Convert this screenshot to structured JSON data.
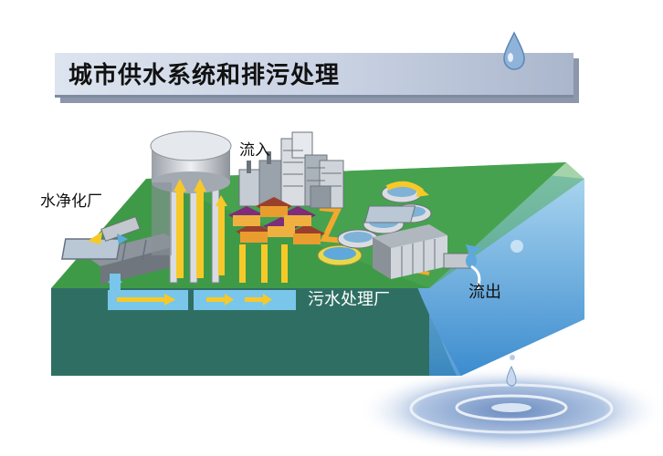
{
  "title": "城市供水系统和排污处理",
  "labels": {
    "inflow": "流入",
    "purification_plant": "水净化厂",
    "sewage_plant": "污水处理厂",
    "outflow": "流出"
  },
  "icons": [
    "water-drop-icon",
    "water-tower-icon",
    "building-icon",
    "house-icon",
    "settling-tank-icon",
    "pipe-icon",
    "flow-arrow-icon",
    "water-ripple-icon"
  ],
  "colors": {
    "ground_top": "#3d9b46",
    "ground_side": "#2e6f62",
    "water_blue": "#5ea8dc",
    "flow_arrow": "#f7c928",
    "pipe_channel": "#79c6ea"
  }
}
